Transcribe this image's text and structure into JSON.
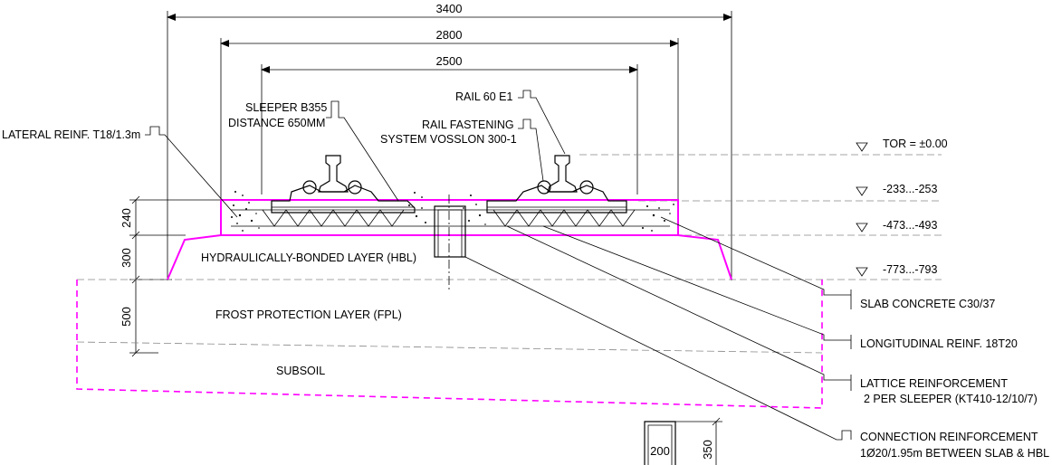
{
  "dimensions": {
    "d3400": "3400",
    "d2800": "2800",
    "d2500": "2500",
    "d240": "240",
    "d300": "300",
    "d500": "500",
    "d200": "200",
    "d350": "350"
  },
  "layers": {
    "hbl": "HYDRAULICALLY-BONDED LAYER (HBL)",
    "fpl": "FROST PROTECTION LAYER (FPL)",
    "subsoil": "SUBSOIL"
  },
  "levels": {
    "tor": "TOR = ±0.00",
    "l1": "-233...-253",
    "l2": "-473...-493",
    "l3": "-773...-793"
  },
  "callouts": {
    "lateral": "LATERAL  REINF. T18/1.3m",
    "sleeper_1": "SLEEPER B355",
    "sleeper_2": "DISTANCE 650MM",
    "rail": "RAIL 60 E1",
    "fastening_1": "RAIL FASTENING",
    "fastening_2": "SYSTEM VOSSLON 300-1",
    "slab_concrete": "SLAB CONCRETE C30/37",
    "longitudinal": "LONGITUDINAL REINF. 18T20",
    "lattice_1": "LATTICE REINFORCEMENT",
    "lattice_2": "2 PER SLEEPER (KT410-12/10/7)",
    "connection_1": "CONNECTION REINFORCEMENT",
    "connection_2": "1Ø20/1.95m  BETWEEN SLAB & HBL"
  },
  "colors": {
    "slab_outline": "#ff00ff",
    "line": "#000000",
    "dashed": "#888888"
  }
}
